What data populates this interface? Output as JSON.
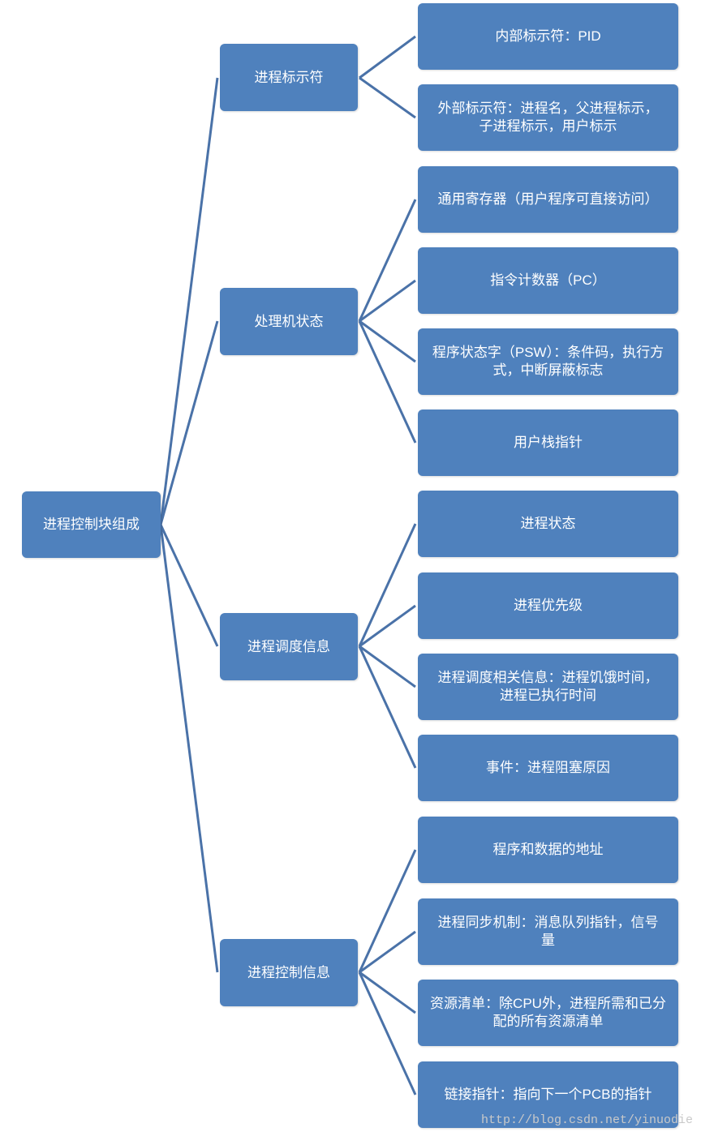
{
  "diagram": {
    "root": {
      "label": "进程控制块组成"
    },
    "categories": [
      {
        "label": "进程标示符"
      },
      {
        "label": "处理机状态"
      },
      {
        "label": "进程调度信息"
      },
      {
        "label": "进程控制信息"
      }
    ],
    "leaves": [
      {
        "line1": "内部标示符：PID",
        "line2": ""
      },
      {
        "line1": "外部标示符：进程名，父进程标示，",
        "line2": "子进程标示，用户标示"
      },
      {
        "line1": "通用寄存器（用户程序可直接访问）",
        "line2": ""
      },
      {
        "line1": "指令计数器（PC）",
        "line2": ""
      },
      {
        "line1": "程序状态字（PSW）：条件码，执行方",
        "line2": "式，中断屏蔽标志"
      },
      {
        "line1": "用户栈指针",
        "line2": ""
      },
      {
        "line1": "进程状态",
        "line2": ""
      },
      {
        "line1": "进程优先级",
        "line2": ""
      },
      {
        "line1": "进程调度相关信息：进程饥饿时间，",
        "line2": "进程已执行时间"
      },
      {
        "line1": "事件：进程阻塞原因",
        "line2": ""
      },
      {
        "line1": "程序和数据的地址",
        "line2": ""
      },
      {
        "line1": "进程同步机制：消息队列指针，信号",
        "line2": "量"
      },
      {
        "line1": "资源清单：除CPU外，进程所需和已分",
        "line2": "配的所有资源清单"
      },
      {
        "line1": "链接指针：指向下一个PCB的指针",
        "line2": ""
      }
    ],
    "colors": {
      "box": "#4f81bd",
      "line": "#4a72a8",
      "text": "#ffffff"
    }
  },
  "watermark": "http://blog.csdn.net/yinuodie"
}
